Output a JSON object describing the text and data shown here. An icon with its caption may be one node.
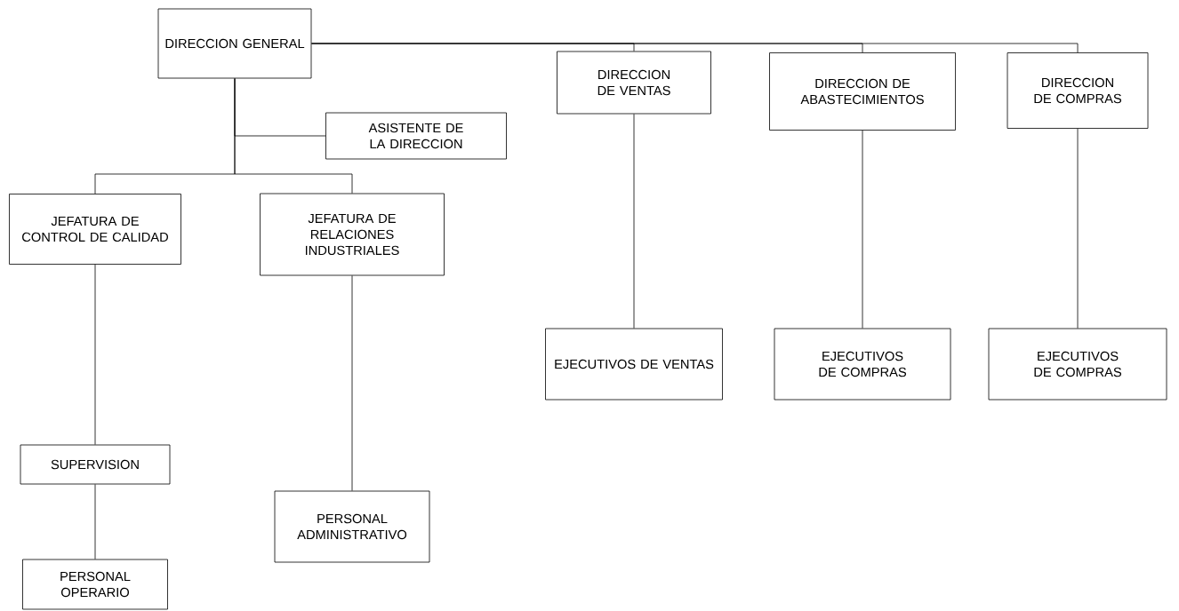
{
  "diagram": {
    "nodes": [
      {
        "text": [
          "DIRECCION GENERAL"
        ]
      },
      {
        "text": [
          "ASISTENTE DE LA DIRECCION"
        ]
      },
      {
        "text": [
          "JEFATURA DE CONTROL DE CALIDAD"
        ]
      },
      {
        "text": [
          "JEFATURA DE RELACIONES INDUSTRIALES"
        ]
      },
      {
        "text": [
          "SUPERVISION"
        ]
      },
      {
        "text": [
          "PERSONAL OPERARIO"
        ]
      },
      {
        "text": [
          "PERSONAL ADMINISTRATIVO"
        ]
      },
      {
        "text": [
          "DIRECCION DE VENTAS"
        ]
      },
      {
        "text": [
          "DIRECCION DE ABASTECIMIENTOS"
        ]
      },
      {
        "text": [
          "DIRECCION DE COMPRAS"
        ]
      },
      {
        "text": [
          "EJECUTIVOS DE VENTAS"
        ]
      },
      {
        "text": [
          "EJECUTIVOS DE COMPRAS"
        ]
      },
      {
        "text": [
          "EJECUTIVOS DE COMPRAS"
        ]
      }
    ],
    "edges": [
      {
        "from": 0,
        "to": 1,
        "arrow": "none"
      },
      {
        "from": 0,
        "to": 2,
        "arrow": "none"
      },
      {
        "from": 0,
        "to": 3,
        "arrow": "none"
      },
      {
        "from": 0,
        "to": 7,
        "arrow": "none"
      },
      {
        "from": 0,
        "to": 8,
        "arrow": "none"
      },
      {
        "from": 0,
        "to": 9,
        "arrow": "none"
      },
      {
        "from": 2,
        "to": 4,
        "arrow": "none"
      },
      {
        "from": 4,
        "to": 5,
        "arrow": "none"
      },
      {
        "from": 3,
        "to": 6,
        "arrow": "none"
      },
      {
        "from": 7,
        "to": 10,
        "arrow": "none"
      },
      {
        "from": 8,
        "to": 11,
        "arrow": "none"
      },
      {
        "from": 9,
        "to": 12,
        "arrow": "none"
      }
    ]
  }
}
